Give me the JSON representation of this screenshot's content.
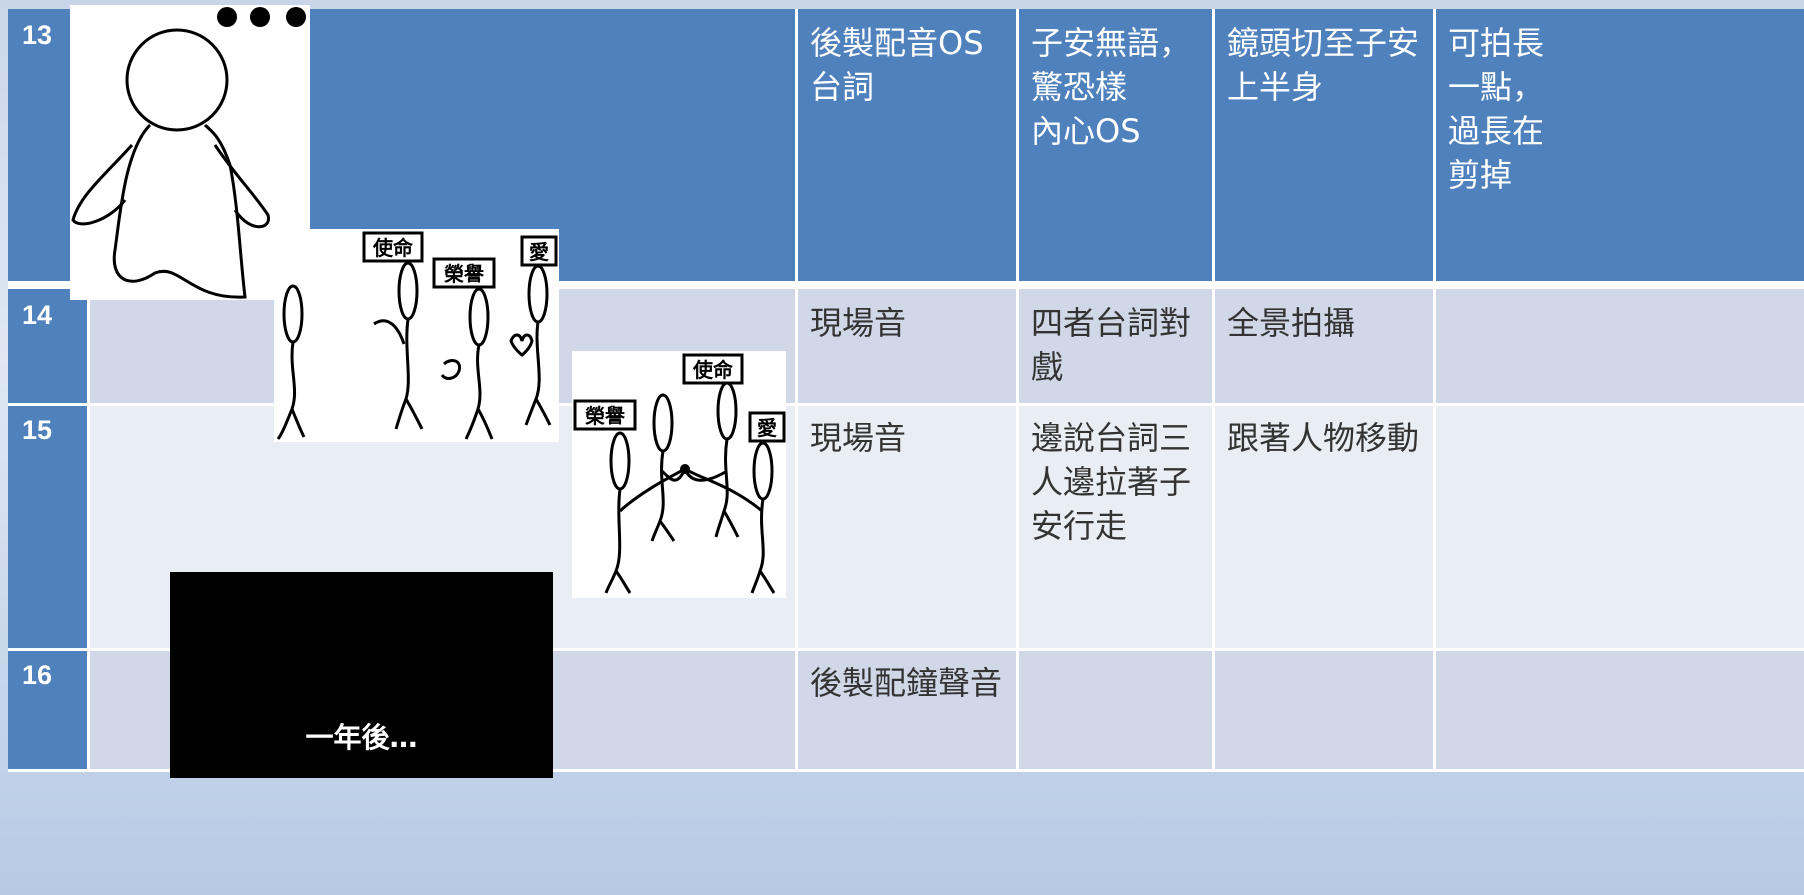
{
  "rows": [
    {
      "num": "13",
      "audio": "後製配音OS台詞",
      "action": "子安無語，驚恐樣\n內心OS",
      "camera": "鏡頭切至子安上半身",
      "note": "可拍長一點，過長在剪掉"
    },
    {
      "num": "14",
      "audio": "現場音",
      "action": "四者台詞對戲",
      "camera": "全景拍攝",
      "note": ""
    },
    {
      "num": "15",
      "audio": "現場音",
      "action": "邊說台詞三人邊拉著子安行走",
      "camera": "跟著人物移動",
      "note": ""
    },
    {
      "num": "16",
      "audio": "後製配鐘聲音",
      "action": "",
      "camera": "",
      "note": ""
    }
  ],
  "storyboard": {
    "panel1": {
      "dots": "●●●"
    },
    "panel2": {
      "labels": [
        "使命",
        "榮譽",
        "愛"
      ]
    },
    "panel3": {
      "labels": [
        "使命",
        "榮譽",
        "愛"
      ]
    },
    "panel4": {
      "caption": "一年後…"
    }
  },
  "colors": {
    "header": "#4f81bd",
    "row_a": "#d0d8e8",
    "row_b": "#e9edf4"
  }
}
